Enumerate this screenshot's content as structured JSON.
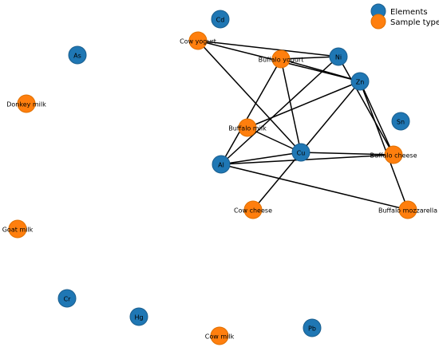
{
  "legend": {
    "elements_label": "Elements",
    "sample_types_label": "Sample types"
  },
  "colors": {
    "element": "#1f77b4",
    "sample_type": "#ff7f0e",
    "edge": "#000000"
  },
  "nodes": {
    "cd": {
      "label": "Cd",
      "kind": "element"
    },
    "as": {
      "label": "As",
      "kind": "element"
    },
    "ni": {
      "label": "Ni",
      "kind": "element"
    },
    "zn": {
      "label": "Zn",
      "kind": "element"
    },
    "sn": {
      "label": "Sn",
      "kind": "element"
    },
    "cu": {
      "label": "Cu",
      "kind": "element"
    },
    "al": {
      "label": "Al",
      "kind": "element"
    },
    "cr": {
      "label": "Cr",
      "kind": "element"
    },
    "hg": {
      "label": "Hg",
      "kind": "element"
    },
    "pb": {
      "label": "Pb",
      "kind": "element"
    },
    "cow_yogurt": {
      "label": "Cow yogurt",
      "kind": "sample_type"
    },
    "buffalo_yogurt": {
      "label": "Buffalo yogurt",
      "kind": "sample_type"
    },
    "donkey_milk": {
      "label": "Donkey milk",
      "kind": "sample_type"
    },
    "buffalo_milk": {
      "label": "Buffalo milk",
      "kind": "sample_type"
    },
    "buffalo_cheese": {
      "label": "Buffalo cheese",
      "kind": "sample_type"
    },
    "cow_cheese": {
      "label": "Cow cheese",
      "kind": "sample_type"
    },
    "buffalo_mozzarella": {
      "label": "Buffalo mozzarella",
      "kind": "sample_type"
    },
    "goat_milk": {
      "label": "Goat milk",
      "kind": "sample_type"
    },
    "cow_milk": {
      "label": "Cow milk",
      "kind": "sample_type"
    }
  },
  "edges": [
    [
      "cow_yogurt",
      "ni"
    ],
    [
      "cow_yogurt",
      "zn"
    ],
    [
      "cow_yogurt",
      "cu"
    ],
    [
      "buffalo_yogurt",
      "ni"
    ],
    [
      "buffalo_yogurt",
      "zn"
    ],
    [
      "buffalo_yogurt",
      "al"
    ],
    [
      "buffalo_yogurt",
      "cu"
    ],
    [
      "buffalo_milk",
      "zn"
    ],
    [
      "buffalo_milk",
      "cu"
    ],
    [
      "ni",
      "al"
    ],
    [
      "ni",
      "buffalo_cheese"
    ],
    [
      "zn",
      "buffalo_cheese"
    ],
    [
      "zn",
      "cu"
    ],
    [
      "zn",
      "buffalo_mozzarella"
    ],
    [
      "cu",
      "buffalo_cheese"
    ],
    [
      "cu",
      "al"
    ],
    [
      "cu",
      "cow_cheese"
    ],
    [
      "al",
      "buffalo_cheese"
    ],
    [
      "al",
      "buffalo_mozzarella"
    ]
  ]
}
